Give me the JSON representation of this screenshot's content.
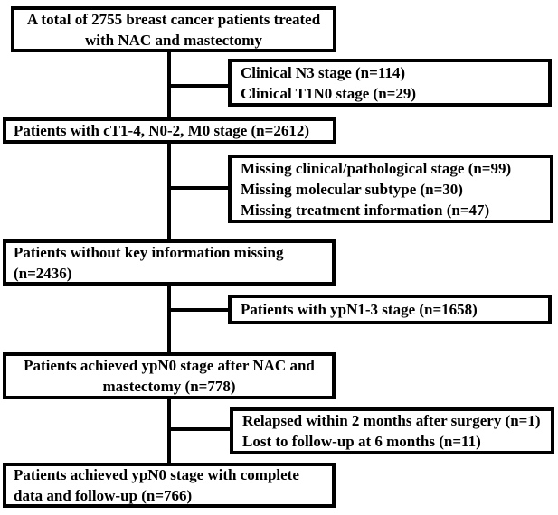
{
  "colors": {
    "line": "#000000",
    "background": "#ffffff",
    "text": "#000000"
  },
  "flow": {
    "total": {
      "line1": "A total of 2755 breast cancer patients treated",
      "line2": "with NAC and mastectomy"
    },
    "exclusion1": {
      "line1": "Clinical N3 stage (n=114)",
      "line2": "Clinical T1N0 stage (n=29)"
    },
    "stage": {
      "line1": "Patients with cT1-4, N0-2, M0 stage (n=2612)"
    },
    "exclusion2": {
      "line1": "Missing clinical/pathological stage (n=99)",
      "line2": "Missing molecular subtype (n=30)",
      "line3": "Missing treatment information (n=47)"
    },
    "no_missing": {
      "line1": "Patients without key information missing",
      "line2": "(n=2436)"
    },
    "exclusion3": {
      "line1": "Patients with ypN1-3 stage (n=1658)"
    },
    "ypn0": {
      "line1": "Patients achieved ypN0 stage after NAC and",
      "line2": "mastectomy (n=778)"
    },
    "exclusion4": {
      "line1": "Relapsed within 2 months after surgery (n=1)",
      "line2": "Lost to follow-up at 6 months (n=11)"
    },
    "final": {
      "line1": "Patients achieved ypN0 stage with complete",
      "line2": "data and follow-up (n=766)"
    }
  }
}
